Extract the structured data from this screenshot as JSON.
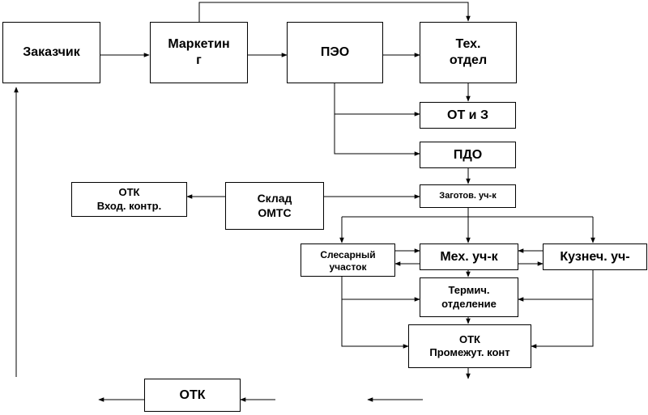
{
  "nodes": {
    "zakazchik": "Заказчик",
    "marketing": "Маркетин\nг",
    "peo": "ПЭО",
    "tekh_otdel": "Тех.\nотдел",
    "ot_i_z": "ОТ и З",
    "pdo": "ПДО",
    "otk_vkhod": "ОТК\nВход. контр.",
    "sklad_omts": "Склад\nОМТС",
    "zagotov": "Заготов. уч-к",
    "slesarny": "Слесарный\nучасток",
    "mekh": "Мех. уч-к",
    "kuznech": "Кузнеч. уч-",
    "termich": "Термич.\nотделение",
    "otk_promezh": "ОТК\nПромежут. конт",
    "otk_final": "ОТК"
  }
}
